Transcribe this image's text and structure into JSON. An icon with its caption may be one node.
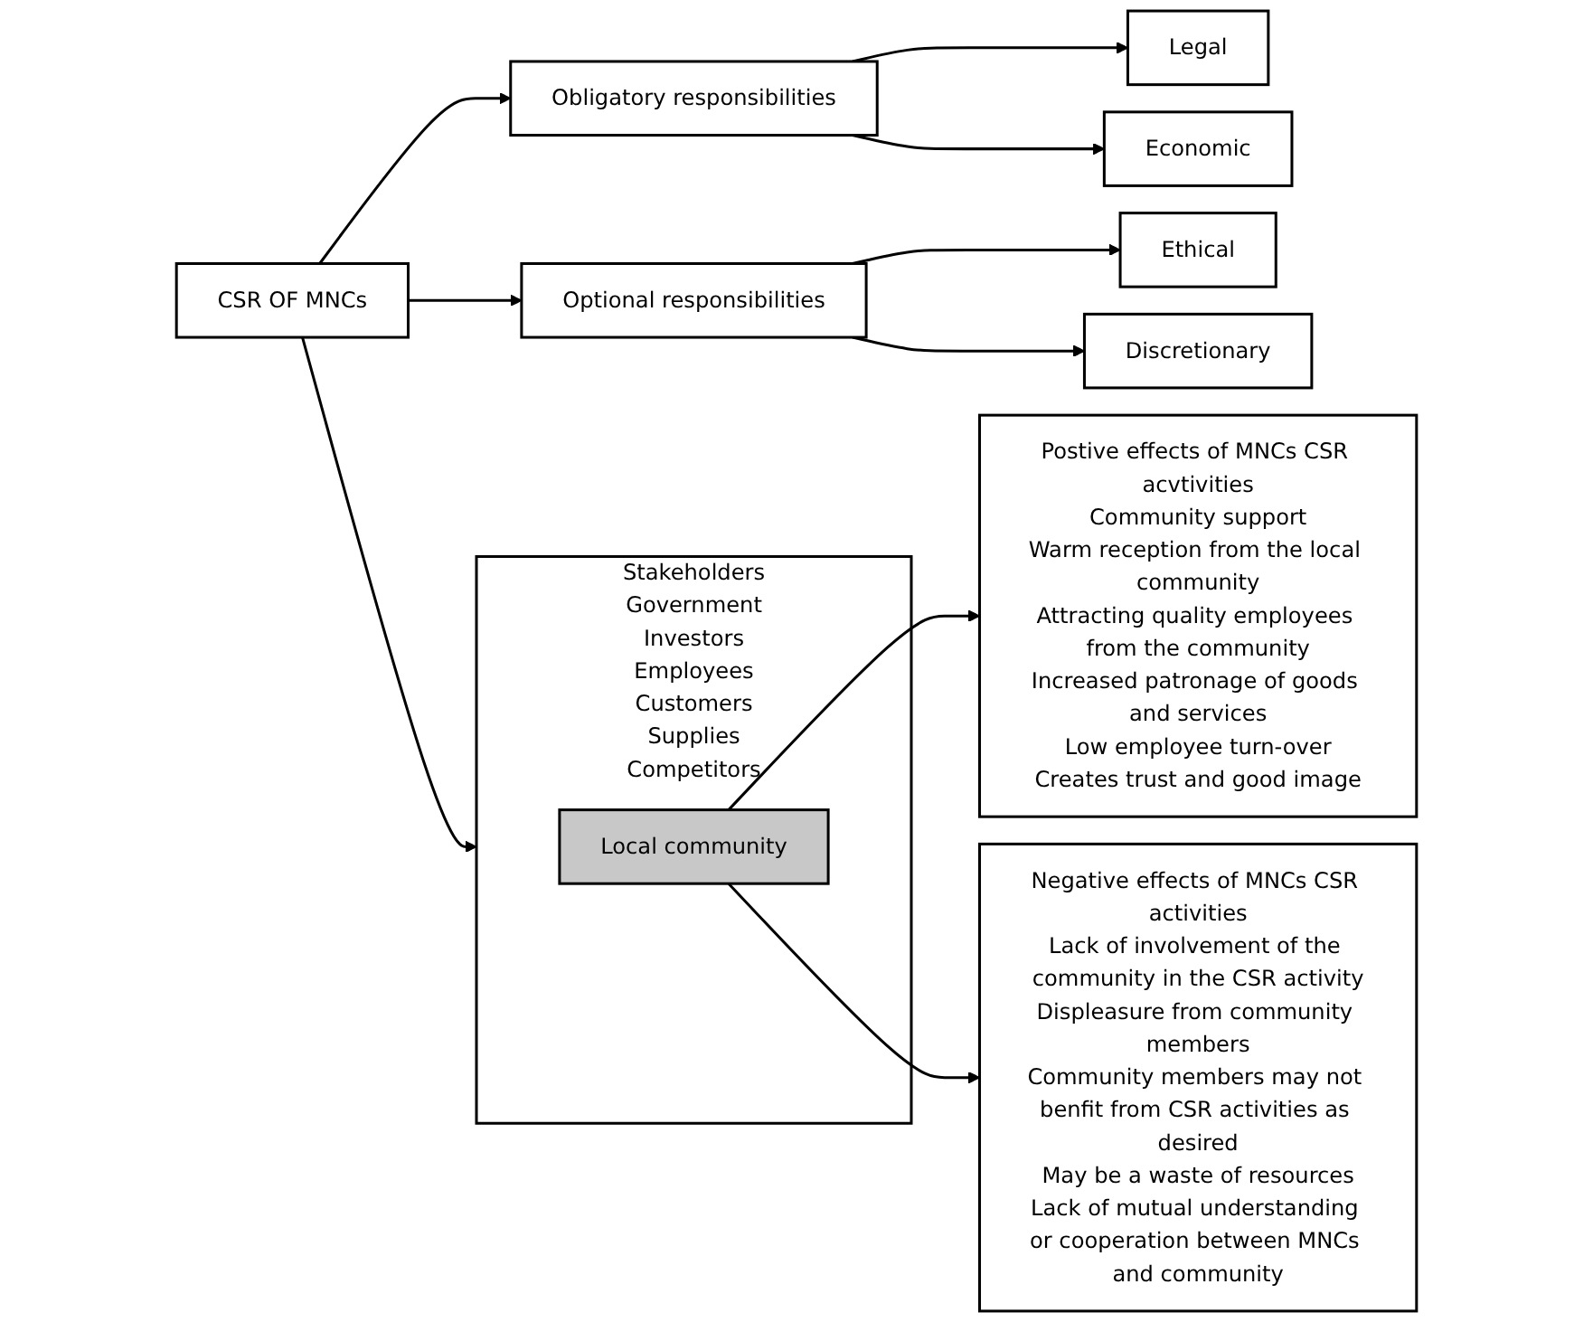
{
  "diagram": {
    "nodes": [
      {
        "text": [
          "Legal"
        ]
      },
      {
        "text": [
          "Economic"
        ]
      },
      {
        "text": [
          "Obligatory responsibilities"
        ]
      },
      {
        "text": [
          "CSR OF MNCs"
        ]
      },
      {
        "text": [
          "Optional responsibilities"
        ]
      },
      {
        "text": [
          "Ethical"
        ]
      },
      {
        "text": [
          "Discretionary"
        ]
      },
      {
        "text": [
          "Stakeholders",
          "Government",
          "Investors",
          "Employees",
          "Customers",
          "Supplies",
          "Competitors"
        ]
      },
      {
        "text": [
          "Local community"
        ],
        "in": 7
      },
      {
        "text": [
          "Postive effects of MNCs CSR acvtivities",
          "Community support",
          "Warm reception from the local community",
          "Attracting quality employees from the community",
          "Increased patronage of goods and services",
          "Low employee turn-over",
          "Creates trust and good image"
        ]
      },
      {
        "text": [
          "Negative effects of MNCs CSR activities",
          "Lack of involvement of the community in the CSR activity",
          "Displeasure from community members",
          "Community members may not benfit from CSR activities as desired",
          "May be a waste of resources",
          "Lack of mutual understanding or cooperation between MNCs and community"
        ]
      }
    ],
    "edges": [
      {
        "from": 2,
        "to": 0,
        "arrow": "to"
      },
      {
        "from": 2,
        "to": 1,
        "arrow": "to"
      },
      {
        "from": 3,
        "to": 2,
        "arrow": "to"
      },
      {
        "from": 3,
        "to": 4,
        "arrow": "to"
      },
      {
        "from": 4,
        "to": 5,
        "arrow": "to"
      },
      {
        "from": 4,
        "to": 6,
        "arrow": "to"
      },
      {
        "from": 3,
        "to": 7,
        "arrow": "to"
      },
      {
        "from": 8,
        "to": 9,
        "arrow": "to"
      },
      {
        "from": 8,
        "to": 10,
        "arrow": "to"
      }
    ]
  }
}
